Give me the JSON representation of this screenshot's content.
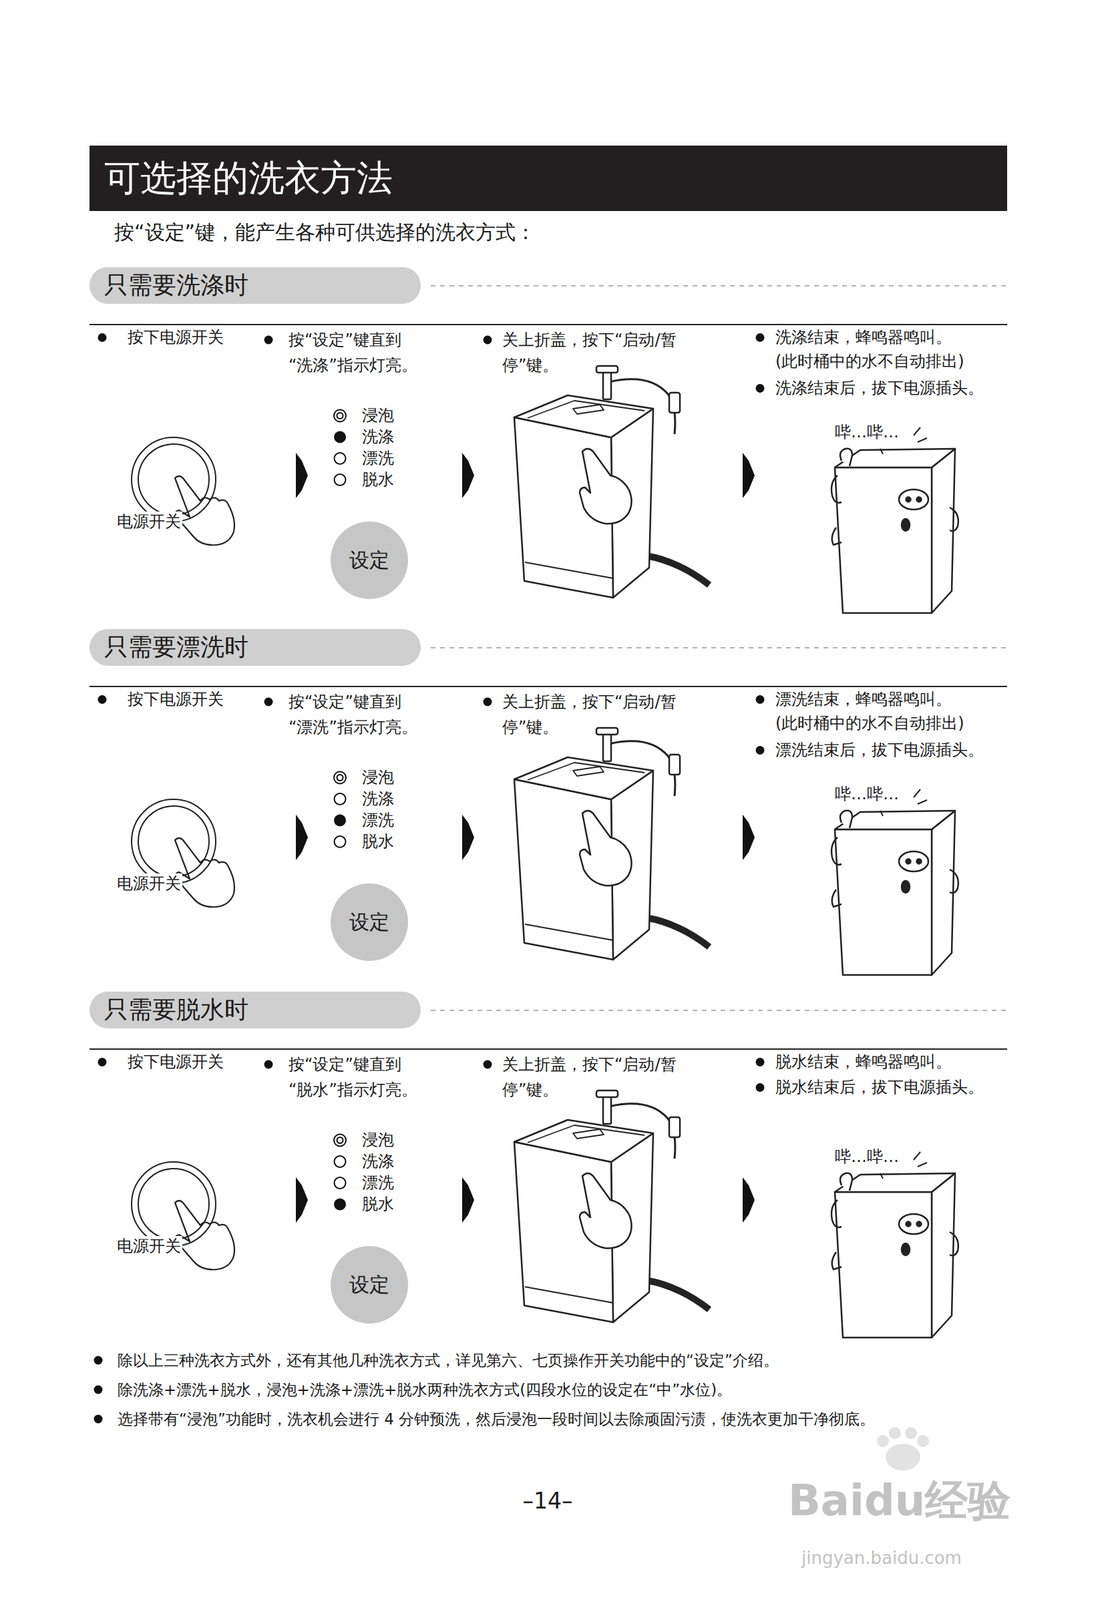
{
  "diagram": {
    "nodes": [
      {
        "text": [
          "可选择的洗衣方法"
        ]
      },
      {
        "text": [
          "只需要洗涤时"
        ]
      },
      {
        "text": [
          "电源开关"
        ]
      },
      {
        "text": [
          "设定"
        ]
      },
      {
        "text": [
          "只需要漂洗时"
        ]
      },
      {
        "text": [
          "电源开关"
        ]
      },
      {
        "text": [
          "设定"
        ]
      },
      {
        "text": [
          "只需要脱水时"
        ]
      },
      {
        "text": [
          "电源开关"
        ]
      },
      {
        "text": [
          "设定"
        ]
      }
    ],
    "labels": [
      "按“设定”键，能产生各种可供选择的洗衣方式：",
      "按下电源开关",
      "按“设定”键直到 “洗涤”指示灯亮。",
      "关上折盖，按下“启动/暂 停”键。",
      "洗涤结束，蜂鸣器鸣叫。",
      "(此时桶中的水不自动排出)",
      "洗涤结束后，拔下电源插头。",
      "浸泡",
      "洗涤",
      "漂洗",
      "脱水",
      "哔…哔…",
      "按下电源开关",
      "按“设定”键直到 “漂洗”指示灯亮。",
      "关上折盖，按下“启动/暂 停”键。",
      "漂洗结束，蜂鸣器鸣叫。",
      "(此时桶中的水不自动排出)",
      "漂洗结束后，拔下电源插头。",
      "浸泡",
      "洗涤",
      "漂洗",
      "脱水",
      "哔…哔…",
      "按下电源开关",
      "按“设定”键直到 “脱水”指示灯亮。",
      "关上折盖，按下“启动/暂 停”键。",
      "脱水结束，蜂鸣器鸣叫。",
      "脱水结束后，拔下电源插头。",
      "浸泡",
      "洗涤",
      "漂洗",
      "脱水",
      "哔…哔…",
      "除以上三种洗衣方式外，还有其他几种洗衣方式，详见第六、七页操作开关功能中的“设定”介绍。",
      "除洗涤+漂洗+脱水，浸泡+洗涤+漂洗+脱水两种洗衣方式(四段水位的设定在“中”水位)。",
      "选择带有“浸泡”功能时，洗衣机会进行 4 分钟预洗，然后浸泡一段时间以去除顽固污渍，使洗衣更加干净彻底。",
      "–14–",
      "Baidu经验",
      "jingyan.baidu.com"
    ]
  }
}
